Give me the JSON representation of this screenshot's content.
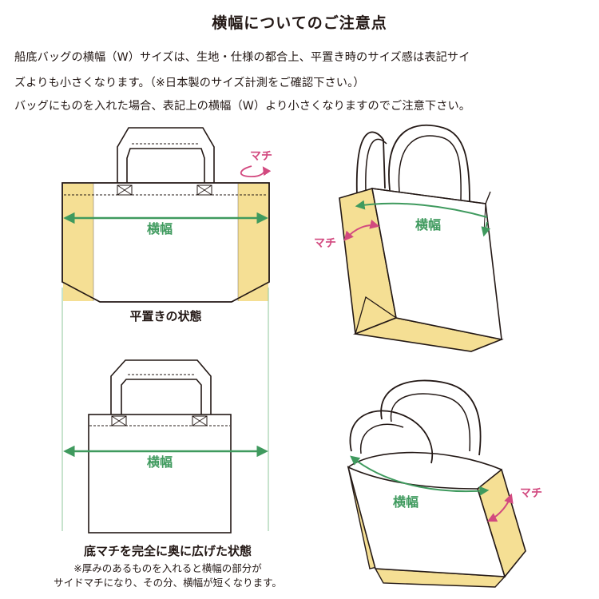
{
  "title": "横幅についてのご注意点",
  "paragraph": {
    "line1": "船底バッグの横幅（W）サイズは、生地・仕様の都合上、平置き時のサイズ感は表記サイ",
    "line2": "ズよりも小さくなります。（※日本製のサイズ計測をご確認下さい。）",
    "line3": "バッグにものを入れた場合、表記上の横幅（W）より小さくなりますのでご注意下さい。"
  },
  "labels": {
    "width": "横幅",
    "gusset": "マチ"
  },
  "captions": {
    "flat": "平置きの状態",
    "open": "底マチを完全に奥に広げた状態",
    "note_line1": "※厚みのあるものを入れると横幅の部分が",
    "note_line2": "サイドマチになり、その分、横幅が短くなります。"
  },
  "colors": {
    "gusset_fill": "#f5df94",
    "width_arrow": "#3f9a5e",
    "gusset_arrow": "#d2497f",
    "outline": "#231815",
    "guide_line": "#8fc79b"
  }
}
